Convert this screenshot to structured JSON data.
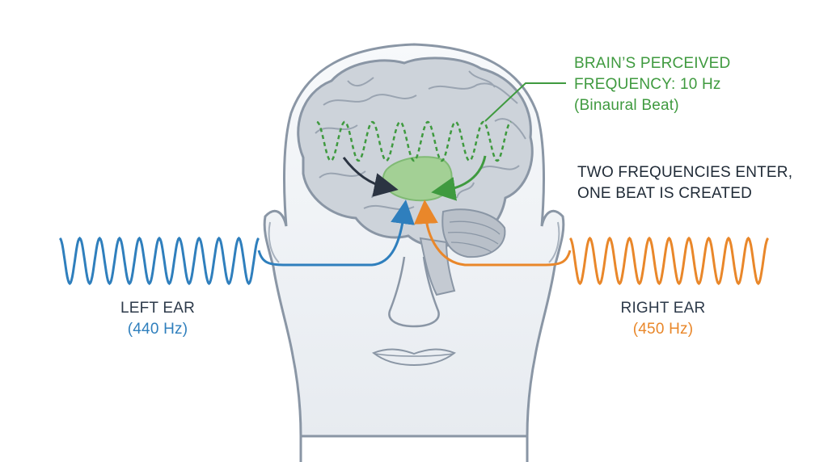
{
  "left_ear": {
    "label": "LEFT EAR",
    "frequency": "(440 Hz)"
  },
  "right_ear": {
    "label": "RIGHT EAR",
    "frequency": "(450 Hz)"
  },
  "perceived": {
    "line1": "BRAIN’S PERCEIVED",
    "line2": "FREQUENCY: 10 Hz",
    "line3": "(Binaural Beat)"
  },
  "caption": {
    "line1": "TWO FREQUENCIES ENTER,",
    "line2": "ONE BEAT IS CREATED"
  },
  "colors": {
    "left_wave": "#2f7fbd",
    "right_wave": "#e9872a",
    "beat_wave": "#3f9a3f",
    "head_outline": "#8a96a5",
    "brain_fill": "#cdd3da"
  },
  "icons": [
    "head-outline",
    "brain-icon",
    "sine-wave-left",
    "sine-wave-right",
    "binaural-beat-wave"
  ]
}
